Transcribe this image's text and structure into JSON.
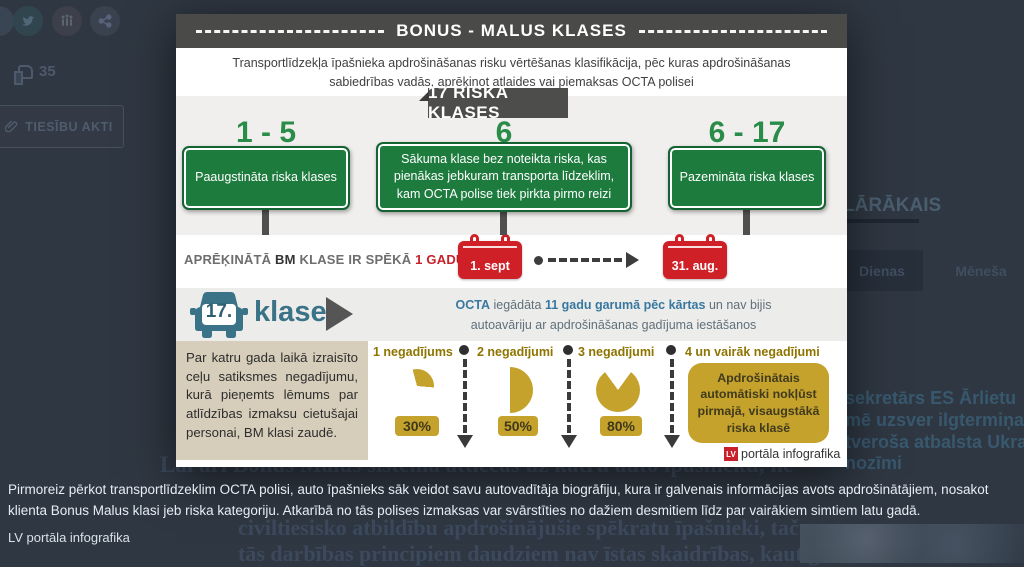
{
  "page": {
    "social": {
      "like_count": "35"
    },
    "tiesibu_akti_label": "TIESĪBU AKTI",
    "sidebar": {
      "heading": "LĀRĀKAIS",
      "tab_day": "Dienas",
      "tab_month": "Mēneša"
    },
    "headline": {
      "l1": "sekretārs ES Ārlietu",
      "l2": "mē uzsver ilgtermiņa un",
      "l3": "tveroša atbalsta Ukraina",
      "l4": "nozīmi"
    },
    "article": {
      "l1": "Lai arī Bonus Malus sistēma attiecas uz katru auto īpašnieku, ne",
      "l2": "civiltiesisko atbildību apdrošinājušie spēkratu īpašnieki, taču par",
      "l3": "tās darbības principiem daudziem nav īstas skaidrības, kaut gan"
    },
    "caption": {
      "text": "Pirmoreiz pērkot transportlīdzeklim OCTA polisi, auto īpašnieks sāk veidot savu autovadītāja biogrāfiju, kura ir galvenais informācijas avots apdrošinātājiem, nosakot klienta Bonus Malus klasi jeb riska kategoriju. Atkarībā no tās polises izmaksas var svārstīties no dažiem desmitiem līdz par vairākiem simtiem latu gadā.",
      "credit": "LV portāla infografika"
    }
  },
  "infographic": {
    "title": "BONUS - MALUS  KLASES",
    "subtitle": "Transportlīdzekļa īpašnieka apdrošināšanas risku vērtēšanas klasifikācija, pēc kuras apdrošināšanas sabiedrības vadās, aprēķinot atlaides vai piemaksas OCTA polisei",
    "badge": "17 RISKA KLASES",
    "classes": [
      {
        "range": "1 - 5",
        "text": "Paaugstināta riska klases"
      },
      {
        "range": "6",
        "text": "Sākuma klase bez noteikta riska, kas pienākas jebkuram transporta līdzeklim, kam OCTA polise tiek pirkta pirmo reizi"
      },
      {
        "range": "6 - 17",
        "text": "Pazemināta riska klases"
      }
    ],
    "validity": {
      "prefix": "APRĒĶINĀTĀ",
      "bm": "BM",
      "mid": "KLASE IR SPĒKĀ",
      "duration": "1 GADU",
      "date_start": "1. sept",
      "date_end": "31. aug."
    },
    "example": {
      "number": "17.",
      "label": "klase",
      "hl1": "OCTA",
      "t1": "iegādāta",
      "hl2": "11 gadu garumā pēc kārtas",
      "t2": "un nav bijis",
      "line2": "autoavāriju ar apdrošināšanas gadījuma iestāšanos"
    },
    "penalty": "Par katru gada laikā izraisīto ceļu satiksmes negadījumu, kurā pieņemts lēmums par atlīdzības izmaksu cietušajai personai, BM klasi zaudē.",
    "accidents": [
      {
        "label": "1 negadījums",
        "value": "30%"
      },
      {
        "label": "2 negadījumi",
        "value": "50%"
      },
      {
        "label": "3 negadījumi",
        "value": "80%"
      },
      {
        "label": "4 un vairāk negadījumi",
        "note": "Apdrošinātais automātiski nokļūst pirmajā, visaugstākā riska klasē"
      }
    ],
    "credit": {
      "logo": "LV",
      "text": "portāla infografika"
    },
    "colors": {
      "green": "#1e7b3e",
      "red": "#d02027",
      "gold": "#c5a22b",
      "teal": "#3a7387",
      "bar_gray": "#4a4a48"
    }
  }
}
